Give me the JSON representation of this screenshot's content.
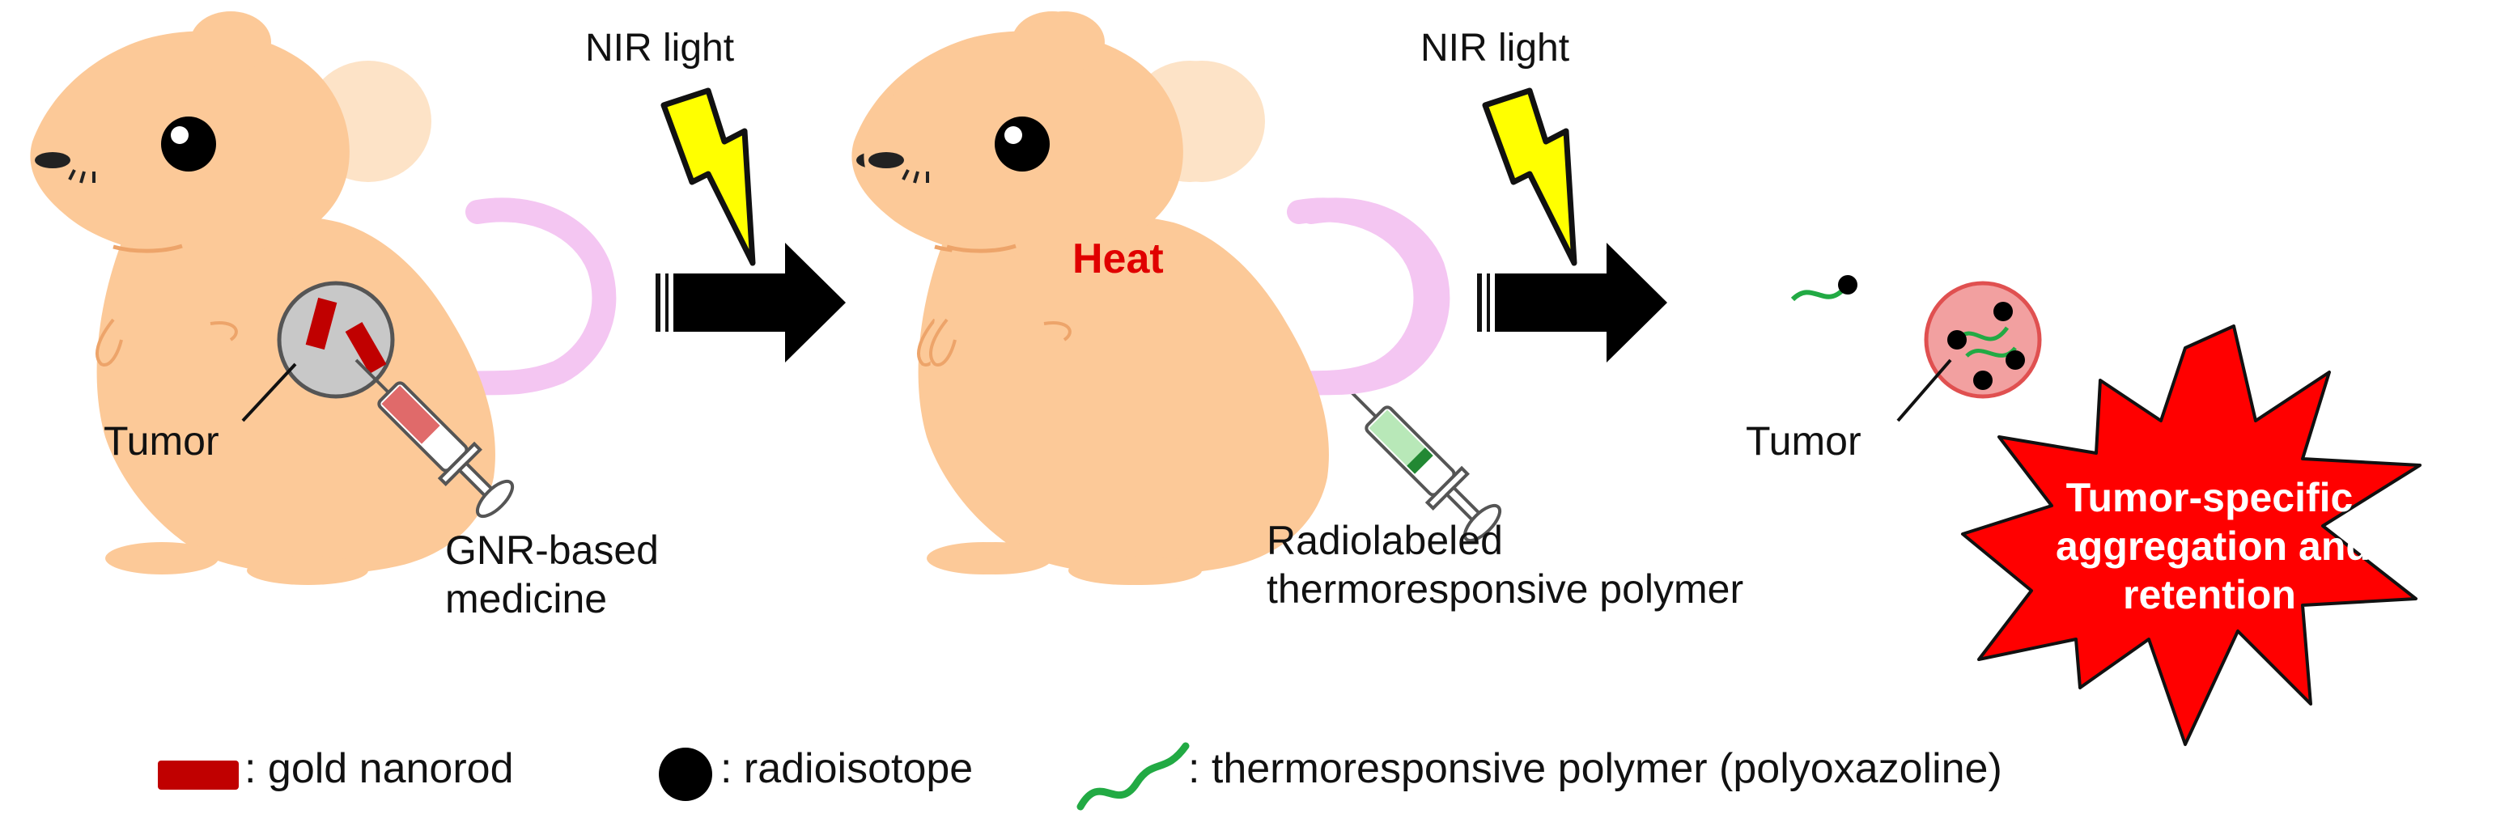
{
  "panels": [
    {
      "tumor_label": "Tumor",
      "injection_label": [
        "GNR-based",
        "medicine"
      ]
    },
    {
      "heat_label": "Heat",
      "injection_label": [
        "Radiolabeled",
        "thermoresponsive polymer"
      ]
    },
    {
      "tumor_label": "Tumor",
      "burst_label": [
        "Tumor-specific",
        "aggregation and",
        "retention"
      ]
    }
  ],
  "arrows": [
    {
      "light_label": "NIR light"
    },
    {
      "light_label": "NIR light"
    }
  ],
  "legend": [
    {
      "icon": "gold-nanorod-icon",
      "text": ": gold nanorod"
    },
    {
      "icon": "radioisotope-icon",
      "text": ": radioisotope"
    },
    {
      "icon": "polymer-icon",
      "text": ": thermoresponsive polymer (polyoxazoline)"
    }
  ],
  "colors": {
    "mouse_body": "#fcc998",
    "mouse_ear": "#fde3c7",
    "tail": "#f4c6f2",
    "tumor_gray": "#c8c8c8",
    "tumor_red": "#f2a0a0",
    "gold_nanorod": "#c00000",
    "lightning": "#ffff00",
    "burst": "#ff0000",
    "polymer": "#22aa44"
  }
}
